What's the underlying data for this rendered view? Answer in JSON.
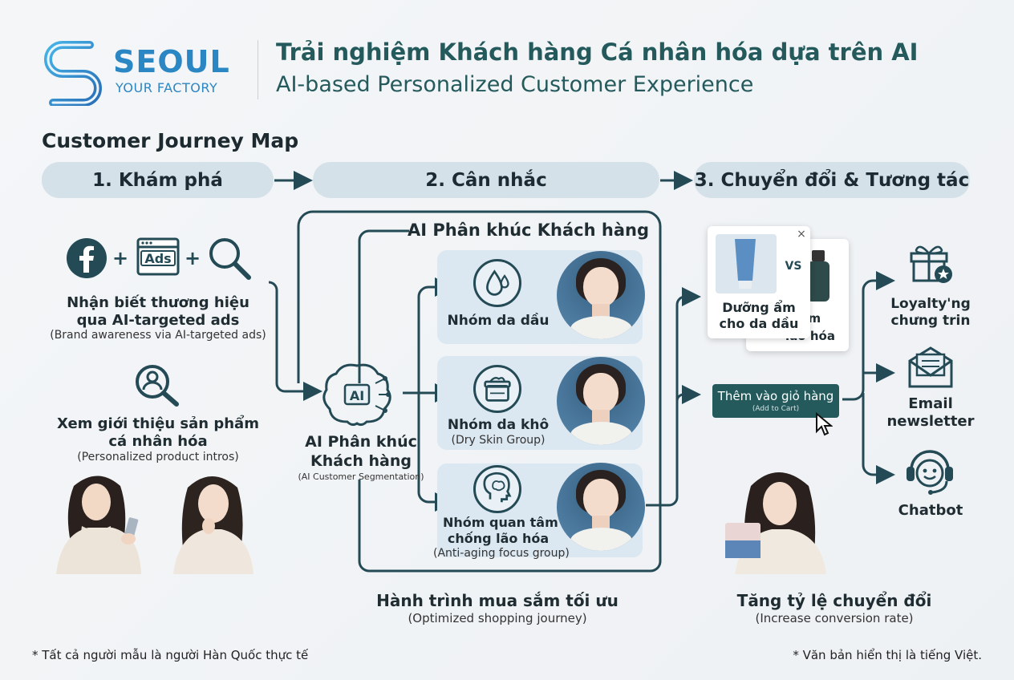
{
  "brand": {
    "name": "SEOUL",
    "tagline": "YOUR FACTORY"
  },
  "title": {
    "vi": "Trải nghiệm Khách hàng Cá nhân hóa dựa trên AI",
    "en": "AI-based Personalized Customer Experience"
  },
  "map_heading": "Customer Journey Map",
  "stages": [
    "1. Khám phá",
    "2. Cân nhắc",
    "3. Chuyển đổi & Tương tác"
  ],
  "discovery": {
    "ads_icon_text": "Ads",
    "awareness_vi_1": "Nhận biết thương hiệu",
    "awareness_vi_2": "qua AI-targeted ads",
    "awareness_en": "(Brand awareness via AI-targeted ads)",
    "intro_vi_1": "Xem giới thiệu sản phẩm",
    "intro_vi_2": "cá nhân hóa",
    "intro_en": "(Personalized product intros)"
  },
  "segmentation": {
    "box_title": "AI Phân khúc Khách hàng",
    "ai_icon_text": "AI",
    "hub_vi_1": "AI Phân khúc",
    "hub_vi_2": "Khách hàng",
    "hub_en": "(AI Customer Segmentation)",
    "groups": [
      {
        "vi": "Nhóm da dầu",
        "en": ""
      },
      {
        "vi": "Nhóm da khô",
        "en": "(Dry Skin Group)"
      },
      {
        "vi_1": "Nhóm quan tâm",
        "vi_2": "chống lão hóa",
        "en": "(Anti-aging focus group)"
      }
    ],
    "caption_vi": "Hành trình mua sắm tối ưu",
    "caption_en": "(Optimized shopping journey)"
  },
  "conversion": {
    "vs_text": "VS",
    "close_symbol": "×",
    "card_front_1": "Dưỡng ẩm",
    "card_front_2": "cho da dầu",
    "card_back_1": "um",
    "card_back_2": "lão hóa",
    "cart_vi": "Thêm vào giỏ hàng",
    "cart_en": "(Add to Cart)",
    "caption_vi": "Tăng tỷ lệ chuyển đổi",
    "caption_en": "(Increase conversion rate)"
  },
  "engagement": {
    "loyalty_1": "Loyalty'ng",
    "loyalty_2": "chưng trin",
    "email_1": "Email",
    "email_2": "newsletter",
    "chatbot": "Chatbot"
  },
  "footnotes": {
    "left": "* Tất cả người mẫu là người Hàn Quốc thực tế",
    "right": "* Văn bản hiển thị là tiếng Việt."
  },
  "colors": {
    "primary": "#245a5c",
    "brand": "#2b86c4",
    "stage_bg": "#d5e1e9",
    "card_bg": "#dbe8f1"
  }
}
